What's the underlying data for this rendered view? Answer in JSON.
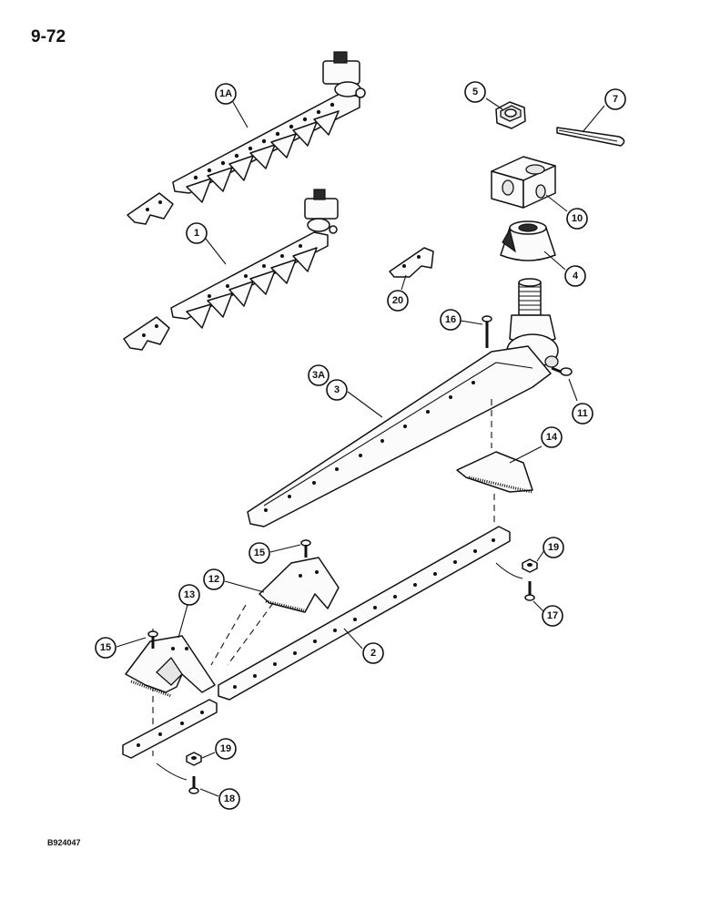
{
  "page": {
    "number": "9-72",
    "drawing_code": "B924047"
  },
  "callouts": [
    {
      "id": "1A",
      "label": "1A"
    },
    {
      "id": "1",
      "label": "1"
    },
    {
      "id": "5",
      "label": "5"
    },
    {
      "id": "7",
      "label": "7"
    },
    {
      "id": "10",
      "label": "10"
    },
    {
      "id": "4",
      "label": "4"
    },
    {
      "id": "20",
      "label": "20"
    },
    {
      "id": "16",
      "label": "16"
    },
    {
      "id": "3A",
      "label": "3A"
    },
    {
      "id": "3",
      "label": "3"
    },
    {
      "id": "11",
      "label": "11"
    },
    {
      "id": "14",
      "label": "14"
    },
    {
      "id": "15a",
      "label": "15"
    },
    {
      "id": "12",
      "label": "12"
    },
    {
      "id": "19a",
      "label": "19"
    },
    {
      "id": "17",
      "label": "17"
    },
    {
      "id": "13",
      "label": "13"
    },
    {
      "id": "15b",
      "label": "15"
    },
    {
      "id": "2",
      "label": "2"
    },
    {
      "id": "19b",
      "label": "19"
    },
    {
      "id": "18",
      "label": "18"
    }
  ]
}
